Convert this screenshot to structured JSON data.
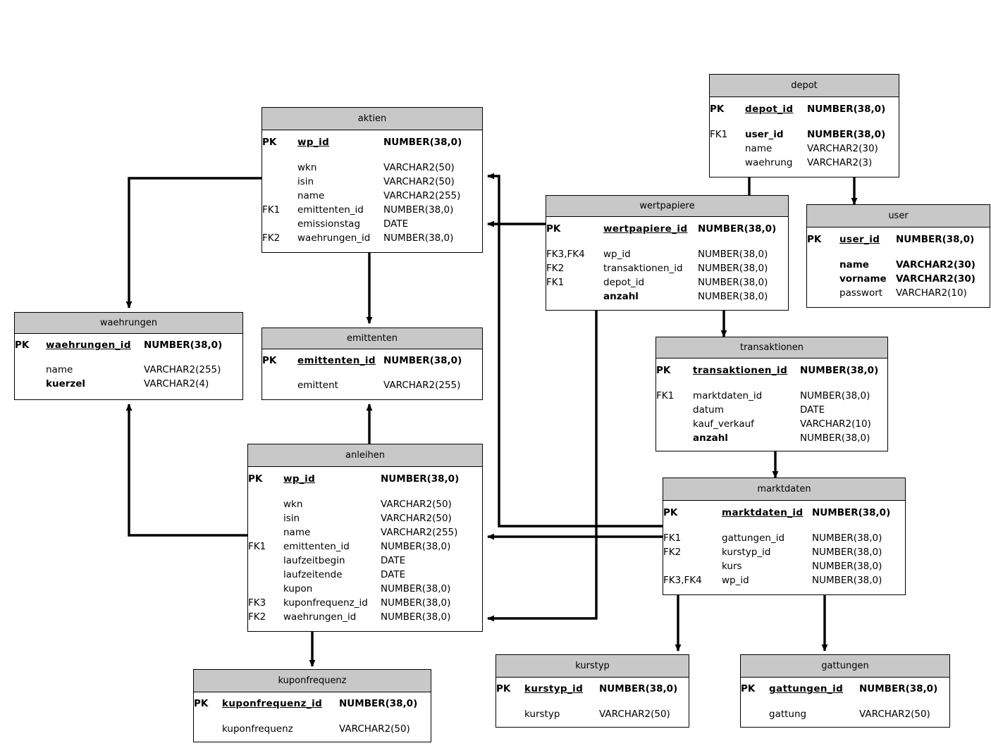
{
  "diagram": {
    "type": "entity-relationship-diagram",
    "notation": "IDEF1X / crow-less arrow",
    "header_fill": "#c8c8c8",
    "line_color": "#000000",
    "background": "#ffffff"
  },
  "entities": [
    {
      "id": "aktien",
      "name": "aktien",
      "pk": {
        "key": "PK",
        "name": "wp_id",
        "type": "NUMBER(38,0)"
      },
      "attributes": [
        {
          "key": "",
          "name": "wkn",
          "type": "VARCHAR2(50)",
          "bold": false
        },
        {
          "key": "",
          "name": "isin",
          "type": "VARCHAR2(50)",
          "bold": false
        },
        {
          "key": "",
          "name": "name",
          "type": "VARCHAR2(255)",
          "bold": false
        },
        {
          "key": "FK1",
          "name": "emittenten_id",
          "type": "NUMBER(38,0)",
          "bold": false
        },
        {
          "key": "",
          "name": "emissionstag",
          "type": "DATE",
          "bold": false
        },
        {
          "key": "FK2",
          "name": "waehrungen_id",
          "type": "NUMBER(38,0)",
          "bold": false
        }
      ]
    },
    {
      "id": "depot",
      "name": "depot",
      "pk": {
        "key": "PK",
        "name": "depot_id",
        "type": "NUMBER(38,0)"
      },
      "attributes": [
        {
          "key": "FK1",
          "name": "user_id",
          "type": "NUMBER(38,0)",
          "bold": true
        },
        {
          "key": "",
          "name": "name",
          "type": "VARCHAR2(30)",
          "bold": false
        },
        {
          "key": "",
          "name": "waehrung",
          "type": "VARCHAR2(3)",
          "bold": false
        }
      ]
    },
    {
      "id": "user",
      "name": "user",
      "pk": {
        "key": "PK",
        "name": "user_id",
        "type": "NUMBER(38,0)"
      },
      "attributes": [
        {
          "key": "",
          "name": "name",
          "type": "VARCHAR2(30)",
          "bold": true
        },
        {
          "key": "",
          "name": "vorname",
          "type": "VARCHAR2(30)",
          "bold": true
        },
        {
          "key": "",
          "name": "passwort",
          "type": "VARCHAR2(10)",
          "bold": false
        }
      ]
    },
    {
      "id": "wertpapiere",
      "name": "wertpapiere",
      "pk": {
        "key": "PK",
        "name": "wertpapiere_id",
        "type": "NUMBER(38,0)"
      },
      "attributes": [
        {
          "key": "FK3,FK4",
          "name": "wp_id",
          "type": "NUMBER(38,0)",
          "bold": false
        },
        {
          "key": "FK2",
          "name": "transaktionen_id",
          "type": "NUMBER(38,0)",
          "bold": false
        },
        {
          "key": "FK1",
          "name": "depot_id",
          "type": "NUMBER(38,0)",
          "bold": false
        },
        {
          "key": "",
          "name": "anzahl",
          "type": "NUMBER(38,0)",
          "bold": true
        }
      ]
    },
    {
      "id": "waehrungen",
      "name": "waehrungen",
      "pk": {
        "key": "PK",
        "name": "waehrungen_id",
        "type": "NUMBER(38,0)"
      },
      "attributes": [
        {
          "key": "",
          "name": "name",
          "type": "VARCHAR2(255)",
          "bold": false
        },
        {
          "key": "",
          "name": "kuerzel",
          "type": "VARCHAR2(4)",
          "bold": true
        }
      ]
    },
    {
      "id": "emittenten",
      "name": "emittenten",
      "pk": {
        "key": "PK",
        "name": "emittenten_id",
        "type": "NUMBER(38,0)"
      },
      "attributes": [
        {
          "key": "",
          "name": "emittent",
          "type": "VARCHAR2(255)",
          "bold": false
        }
      ]
    },
    {
      "id": "transaktionen",
      "name": "transaktionen",
      "pk": {
        "key": "PK",
        "name": "transaktionen_id",
        "type": "NUMBER(38,0)"
      },
      "attributes": [
        {
          "key": "FK1",
          "name": "marktdaten_id",
          "type": "NUMBER(38,0)",
          "bold": false
        },
        {
          "key": "",
          "name": "datum",
          "type": "DATE",
          "bold": false
        },
        {
          "key": "",
          "name": "kauf_verkauf",
          "type": "VARCHAR2(10)",
          "bold": false
        },
        {
          "key": "",
          "name": "anzahl",
          "type": "NUMBER(38,0)",
          "bold": true
        }
      ]
    },
    {
      "id": "marktdaten",
      "name": "marktdaten",
      "pk": {
        "key": "PK",
        "name": "marktdaten_id",
        "type": "NUMBER(38,0)"
      },
      "attributes": [
        {
          "key": "FK1",
          "name": "gattungen_id",
          "type": "NUMBER(38,0)",
          "bold": false
        },
        {
          "key": "FK2",
          "name": "kurstyp_id",
          "type": "NUMBER(38,0)",
          "bold": false
        },
        {
          "key": "",
          "name": "kurs",
          "type": "NUMBER(38,0)",
          "bold": false
        },
        {
          "key": "FK3,FK4",
          "name": "wp_id",
          "type": "NUMBER(38,0)",
          "bold": false
        }
      ]
    },
    {
      "id": "anleihen",
      "name": "anleihen",
      "pk": {
        "key": "PK",
        "name": "wp_id",
        "type": "NUMBER(38,0)"
      },
      "attributes": [
        {
          "key": "",
          "name": "wkn",
          "type": "VARCHAR2(50)",
          "bold": false
        },
        {
          "key": "",
          "name": "isin",
          "type": "VARCHAR2(50)",
          "bold": false
        },
        {
          "key": "",
          "name": "name",
          "type": "VARCHAR2(255)",
          "bold": false
        },
        {
          "key": "FK1",
          "name": "emittenten_id",
          "type": "NUMBER(38,0)",
          "bold": false
        },
        {
          "key": "",
          "name": "laufzeitbegin",
          "type": "DATE",
          "bold": false
        },
        {
          "key": "",
          "name": "laufzeitende",
          "type": "DATE",
          "bold": false
        },
        {
          "key": "",
          "name": "kupon",
          "type": "NUMBER(38,0)",
          "bold": false
        },
        {
          "key": "FK3",
          "name": "kuponfrequenz_id",
          "type": "NUMBER(38,0)",
          "bold": false
        },
        {
          "key": "FK2",
          "name": "waehrungen_id",
          "type": "NUMBER(38,0)",
          "bold": false
        }
      ]
    },
    {
      "id": "kuponfrequenz",
      "name": "kuponfrequenz",
      "pk": {
        "key": "PK",
        "name": "kuponfrequenz_id",
        "type": "NUMBER(38,0)"
      },
      "attributes": [
        {
          "key": "",
          "name": "kuponfrequenz",
          "type": "VARCHAR2(50)",
          "bold": false
        }
      ]
    },
    {
      "id": "kurstyp",
      "name": "kurstyp",
      "pk": {
        "key": "PK",
        "name": "kurstyp_id",
        "type": "NUMBER(38,0)"
      },
      "attributes": [
        {
          "key": "",
          "name": "kurstyp",
          "type": "VARCHAR2(50)",
          "bold": false
        }
      ]
    },
    {
      "id": "gattungen",
      "name": "gattungen",
      "pk": {
        "key": "PK",
        "name": "gattungen_id",
        "type": "NUMBER(38,0)"
      },
      "attributes": [
        {
          "key": "",
          "name": "gattung",
          "type": "VARCHAR2(50)",
          "bold": false
        }
      ]
    }
  ],
  "relationships": [
    {
      "from": "aktien",
      "to": "waehrungen",
      "fk": "waehrungen_id"
    },
    {
      "from": "aktien",
      "to": "emittenten",
      "fk": "emittenten_id"
    },
    {
      "from": "anleihen",
      "to": "waehrungen",
      "fk": "waehrungen_id"
    },
    {
      "from": "anleihen",
      "to": "emittenten",
      "fk": "emittenten_id"
    },
    {
      "from": "anleihen",
      "to": "kuponfrequenz",
      "fk": "kuponfrequenz_id"
    },
    {
      "from": "wertpapiere",
      "to": "aktien",
      "fk": "wp_id"
    },
    {
      "from": "wertpapiere",
      "to": "anleihen",
      "fk": "wp_id"
    },
    {
      "from": "wertpapiere",
      "to": "depot",
      "fk": "depot_id"
    },
    {
      "from": "wertpapiere",
      "to": "transaktionen",
      "fk": "transaktionen_id"
    },
    {
      "from": "depot",
      "to": "user",
      "fk": "user_id"
    },
    {
      "from": "transaktionen",
      "to": "marktdaten",
      "fk": "marktdaten_id"
    },
    {
      "from": "marktdaten",
      "to": "aktien",
      "fk": "wp_id"
    },
    {
      "from": "marktdaten",
      "to": "anleihen",
      "fk": "wp_id"
    },
    {
      "from": "marktdaten",
      "to": "kurstyp",
      "fk": "kurstyp_id"
    },
    {
      "from": "marktdaten",
      "to": "gattungen",
      "fk": "gattungen_id"
    }
  ]
}
